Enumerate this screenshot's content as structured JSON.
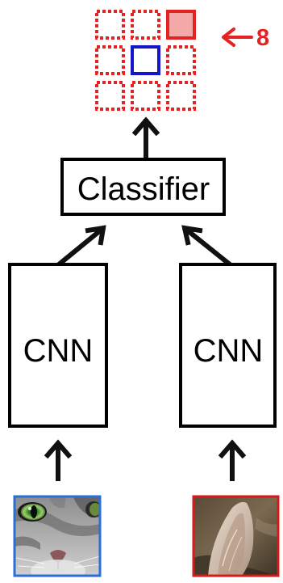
{
  "grid": {
    "rows": 3,
    "cols": 3,
    "query_cell": {
      "row": 1,
      "col": 1
    },
    "answer_cell": {
      "row": 0,
      "col": 2
    },
    "answer_number": "8",
    "colors": {
      "candidate": "#e32222",
      "answer_fill": "#f4a9a9",
      "query": "#1414c8"
    }
  },
  "classifier": {
    "label": "Classifier"
  },
  "encoders": [
    {
      "id": "left",
      "label": "CNN"
    },
    {
      "id": "right",
      "label": "CNN"
    }
  ],
  "patches": [
    {
      "id": "left",
      "content": "cat-eye-patch",
      "border_color": "#2a6fd6"
    },
    {
      "id": "right",
      "content": "cat-ear-patch",
      "border_color": "#d61a1a"
    }
  ],
  "colors": {
    "stroke": "#000000",
    "arrow": "#111111"
  }
}
